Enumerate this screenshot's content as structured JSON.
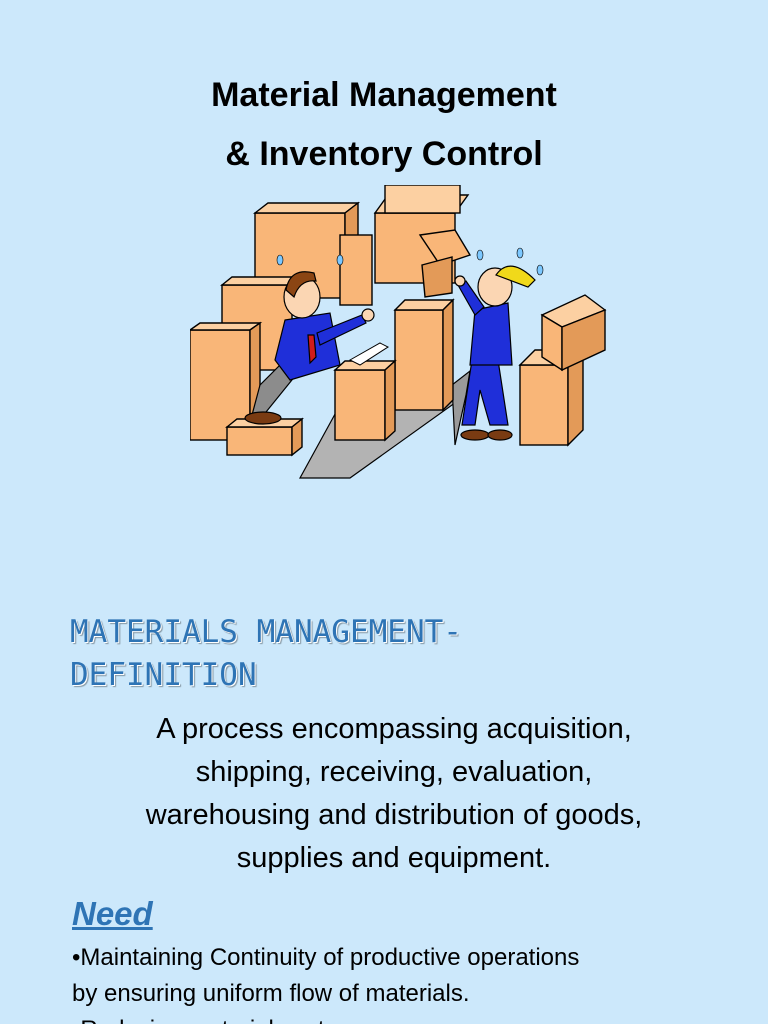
{
  "slide1": {
    "title_line1": "Material Management",
    "title_line2": "& Inventory Control"
  },
  "slide2": {
    "heading_line1": "MATERIALS MANAGEMENT-",
    "heading_line2": "DEFINITION",
    "definition_lines": [
      "A process encompassing acquisition,",
      "shipping, receiving, evaluation,",
      "warehousing and distribution of goods,",
      "supplies and equipment."
    ],
    "need_heading": "Need",
    "bullets": [
      {
        "line1": "•Maintaining Continuity of productive operations",
        "line2": "by ensuring uniform flow of materials."
      },
      {
        "line1": "•Reducing material costs."
      }
    ]
  },
  "colors": {
    "background": "#cce8fb",
    "heading_accent": "#2e74b5",
    "box_fill": "#f9b678",
    "box_outline": "#000000"
  }
}
